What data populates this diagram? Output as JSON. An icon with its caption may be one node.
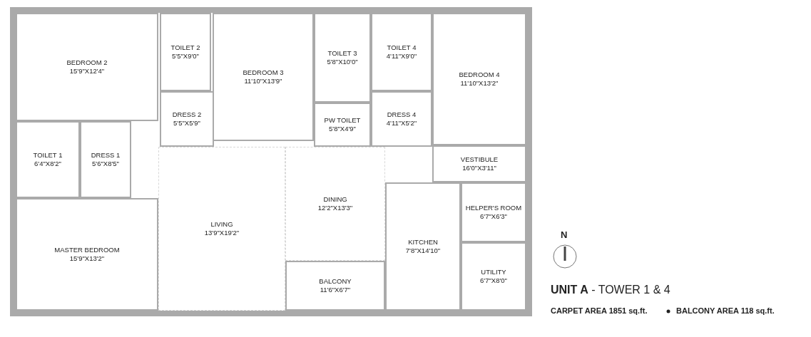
{
  "diagram": {
    "title": "**UNIT A** - TOWER 1 & 4",
    "nodes": [
      {
        "text": [
          "BEDROOM 2",
          "15'9\"X12'4\""
        ]
      },
      {
        "text": [
          "TOILET 2",
          "5'5\"X9'0\""
        ]
      },
      {
        "text": [
          "BEDROOM 3",
          "11'10\"X13'9\""
        ]
      },
      {
        "text": [
          "TOILET 3",
          "5'8\"X10'0\""
        ]
      },
      {
        "text": [
          "TOILET 4",
          "4'11\"X9'0\""
        ]
      },
      {
        "text": [
          "BEDROOM 4",
          "11'10\"X13'2\""
        ]
      },
      {
        "text": [
          "DRESS 2",
          "5'5\"X5'9\""
        ]
      },
      {
        "text": [
          "PW TOILET",
          "5'8\"X4'9\""
        ]
      },
      {
        "text": [
          "DRESS 4",
          "4'11\"X5'2\""
        ]
      },
      {
        "text": [
          "TOILET 1",
          "6'4\"X8'2\""
        ]
      },
      {
        "text": [
          "DRESS 1",
          "5'6\"X8'5\""
        ]
      },
      {
        "text": [
          "VESTIBULE",
          "16'0\"X3'11\""
        ]
      },
      {
        "text": [
          "MASTER BEDROOM",
          "15'9\"X13'2\""
        ]
      },
      {
        "text": [
          "LIVING",
          "13'9\"X19'2\""
        ]
      },
      {
        "text": [
          "DINING",
          "12'2\"X13'3\""
        ]
      },
      {
        "text": [
          "KITCHEN",
          "7'8\"X14'10\""
        ]
      },
      {
        "text": [
          "HELPER'S ROOM",
          "6'7\"X6'3\""
        ]
      },
      {
        "text": [
          "BALCONY",
          "11'6\"X6'7\""
        ]
      },
      {
        "text": [
          "UTILITY",
          "6'7\"X8'0\""
        ]
      }
    ],
    "labels": [
      "N",
      "CARPET AREA 1851 sq.ft.",
      "BALCONY AREA 118 sq.ft."
    ]
  }
}
